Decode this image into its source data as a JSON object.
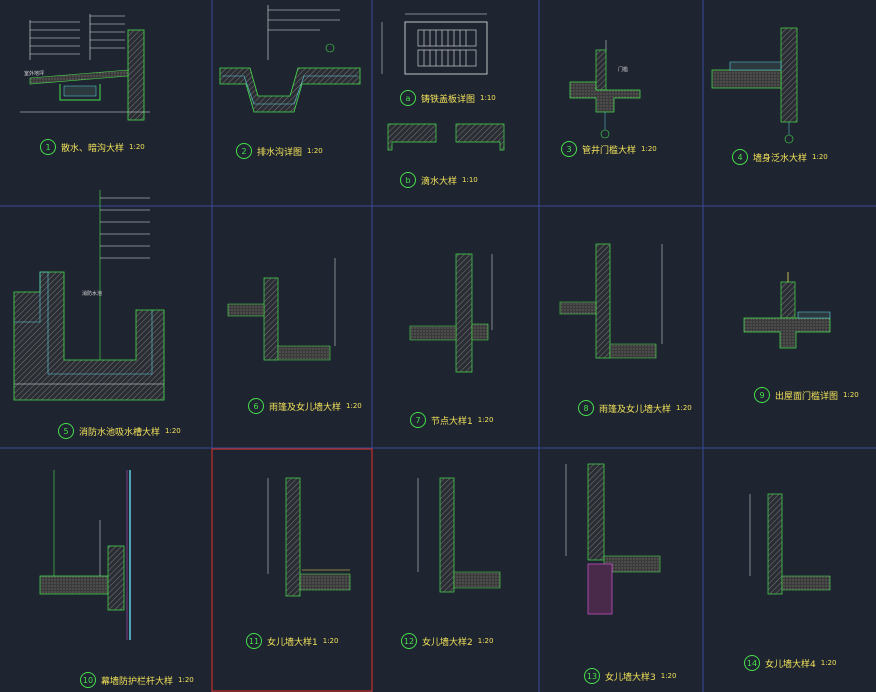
{
  "colors": {
    "background": "#1e2430",
    "grid": "#3a4a9a",
    "highlight": "#c0302a",
    "wall": "#46e04a",
    "wall_dark": "#1e5e22",
    "hatch": "#777777",
    "text": "#f2e25a",
    "line": "#e8e8e8",
    "cyan": "#5ed0e0",
    "magenta": "#c050c0"
  },
  "details": [
    {
      "num": "1",
      "title": "散水、暗沟大样",
      "scale": "1:20"
    },
    {
      "num": "2",
      "title": "排水沟详图",
      "scale": "1:20"
    },
    {
      "num": "a",
      "title": "铸铁盖板详图",
      "scale": "1:10"
    },
    {
      "num": "b",
      "title": "滴水大样",
      "scale": "1:10"
    },
    {
      "num": "3",
      "title": "管井门槛大样",
      "scale": "1:20"
    },
    {
      "num": "4",
      "title": "墙身泛水大样",
      "scale": "1:20"
    },
    {
      "num": "5",
      "title": "消防水池吸水槽大样",
      "scale": "1:20"
    },
    {
      "num": "6",
      "title": "雨篷及女儿墙大样",
      "scale": "1:20"
    },
    {
      "num": "7",
      "title": "节点大样1",
      "scale": "1:20"
    },
    {
      "num": "8",
      "title": "雨篷及女儿墙大样",
      "scale": "1:20"
    },
    {
      "num": "9",
      "title": "出屋面门槛详图",
      "scale": "1:20"
    },
    {
      "num": "10",
      "title": "幕墙防护栏杆大样",
      "scale": "1:20"
    },
    {
      "num": "11",
      "title": "女儿墙大样1",
      "scale": "1:20"
    },
    {
      "num": "12",
      "title": "女儿墙大样2",
      "scale": "1:20"
    },
    {
      "num": "13",
      "title": "女儿墙大样3",
      "scale": "1:20"
    },
    {
      "num": "14",
      "title": "女儿墙大样4",
      "scale": "1:20"
    }
  ],
  "labels": {
    "pool": "消防水池",
    "ext_floor": "室外地坪",
    "sill": "门槛"
  }
}
